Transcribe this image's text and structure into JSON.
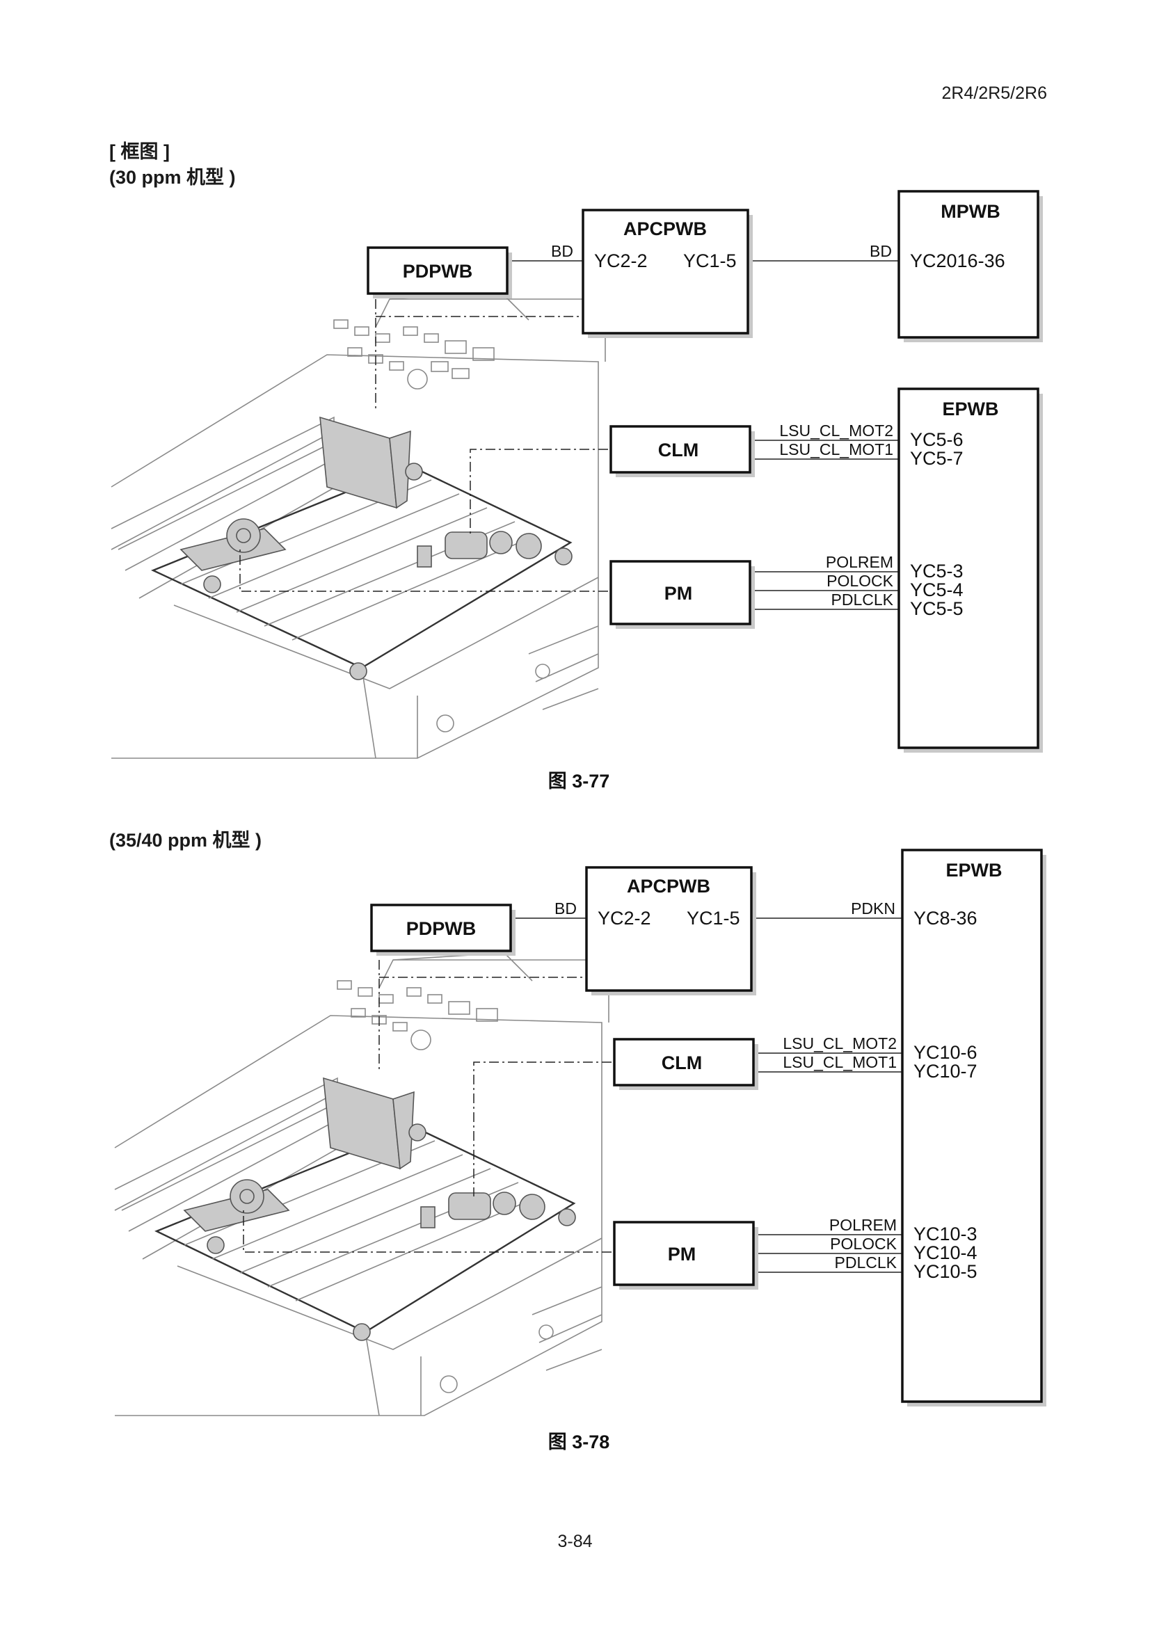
{
  "header": {
    "model_code": "2R4/2R5/2R6"
  },
  "section": {
    "title": "[ 框图 ]"
  },
  "diagram1": {
    "variant": "(30 ppm 机型 )",
    "boxes": {
      "pdpwb": "PDPWB",
      "apcpwb": "APCPWB",
      "mpwb": "MPWB",
      "epwb": "EPWB",
      "clm": "CLM",
      "pm": "PM"
    },
    "apc_left_connector": "YC2-2",
    "apc_right_connector": "YC1-5",
    "mpwb_connector": "YC2016-36",
    "signal_pdpwb_apc": "BD",
    "signal_apc_main": "BD",
    "clm_signals": [
      "LSU_CL_MOT2",
      "LSU_CL_MOT1"
    ],
    "clm_connectors": [
      "YC5-6",
      "YC5-7"
    ],
    "pm_signals": [
      "POLREM",
      "POLOCK",
      "PDLCLK"
    ],
    "pm_connectors": [
      "YC5-3",
      "YC5-4",
      "YC5-5"
    ],
    "figure_caption": "图 3-77"
  },
  "diagram2": {
    "variant": "(35/40 ppm 机型 )",
    "boxes": {
      "pdpwb": "PDPWB",
      "apcpwb": "APCPWB",
      "epwb": "EPWB",
      "clm": "CLM",
      "pm": "PM"
    },
    "apc_left_connector": "YC2-2",
    "apc_right_connector": "YC1-5",
    "epwb_top_connector": "YC8-36",
    "signal_pdpwb_apc": "BD",
    "signal_apc_main": "PDKN",
    "clm_signals": [
      "LSU_CL_MOT2",
      "LSU_CL_MOT1"
    ],
    "clm_connectors": [
      "YC10-6",
      "YC10-7"
    ],
    "pm_signals": [
      "POLREM",
      "POLOCK",
      "PDLCLK"
    ],
    "pm_connectors": [
      "YC10-3",
      "YC10-4",
      "YC10-5"
    ],
    "figure_caption": "图 3-78"
  },
  "footer": {
    "page_number": "3-84"
  }
}
